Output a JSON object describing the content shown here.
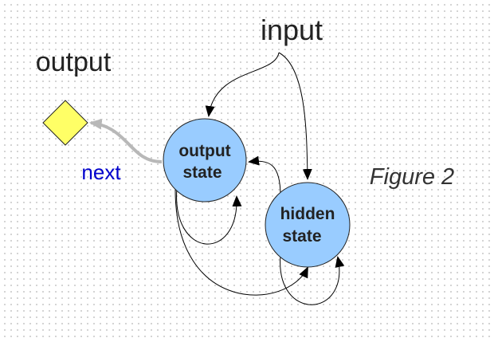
{
  "labels": {
    "input": "input",
    "output": "output",
    "next": "next",
    "figure": "Figure 2"
  },
  "nodes": {
    "output_state": [
      "output",
      "state"
    ],
    "hidden_state": [
      "hidden",
      "state"
    ]
  },
  "colors": {
    "node_fill": "#99ccff",
    "node_stroke": "#222222",
    "diamond_fill": "#ffff66",
    "next_text": "#0000cc",
    "next_arrow": "#b8b8b8",
    "edge": "#000000"
  }
}
